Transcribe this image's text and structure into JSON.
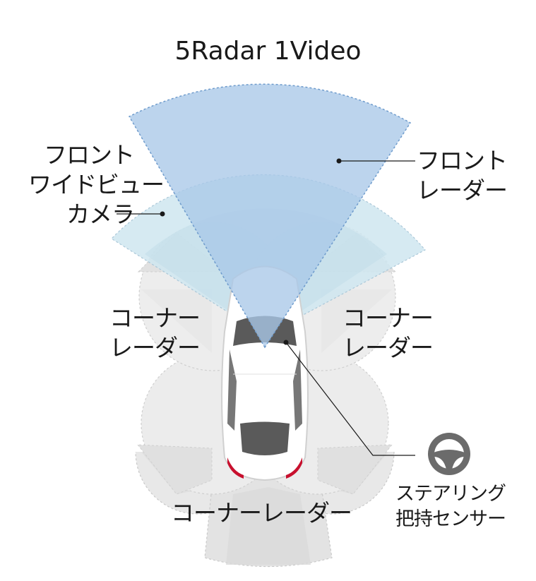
{
  "title": "5Radar 1Video",
  "labels": {
    "front_camera": [
      "フロント",
      "ワイドビュー",
      "カメラ"
    ],
    "front_radar": [
      "フロント",
      "レーダー"
    ],
    "corner_radar_left": [
      "コーナー",
      "レーダー"
    ],
    "corner_radar_right": [
      "コーナー",
      "レーダー"
    ],
    "corner_radar_rear": "コーナーレーダー",
    "steering_sensor": [
      "ステアリング",
      "把持センサー"
    ]
  },
  "icons": {
    "steering": "steering-wheel-icon",
    "car": "car-top-view-icon"
  },
  "colors": {
    "radar_front": "#a9c8e8",
    "camera_zone": "#cfe6f0",
    "corner_zone": "#e6e6e6",
    "car_body": "#ffffff",
    "car_glass": "#5a5a5a",
    "tail_light": "#c8102e",
    "steering_icon": "#6b6b6b",
    "text": "#1a1a1a"
  }
}
